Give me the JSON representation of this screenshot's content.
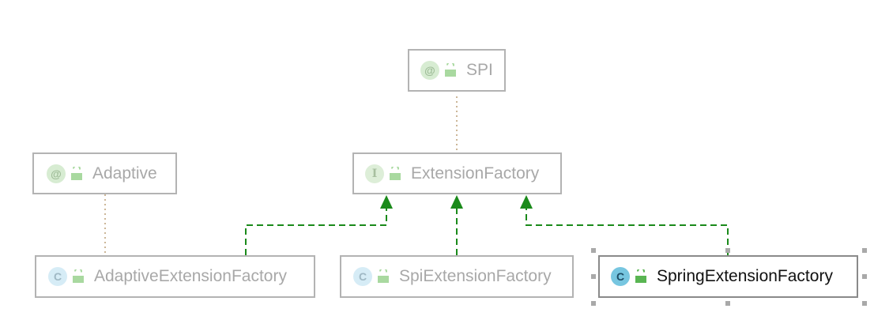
{
  "diagram": {
    "nodes": {
      "spi": {
        "label": "SPI",
        "badge": "@",
        "kind": "annotation"
      },
      "adaptive": {
        "label": "Adaptive",
        "badge": "@",
        "kind": "annotation"
      },
      "extension_factory": {
        "label": "ExtensionFactory",
        "badge": "I",
        "kind": "interface"
      },
      "adaptive_extension_factory": {
        "label": "AdaptiveExtensionFactory",
        "badge": "C",
        "kind": "class"
      },
      "spi_extension_factory": {
        "label": "SpiExtensionFactory",
        "badge": "C",
        "kind": "class"
      },
      "spring_extension_factory": {
        "label": "SpringExtensionFactory",
        "badge": "C",
        "kind": "class",
        "selected": true
      }
    },
    "edges": [
      {
        "from": "extension_factory",
        "to": "spi",
        "type": "annotated-by"
      },
      {
        "from": "adaptive_extension_factory",
        "to": "adaptive",
        "type": "annotated-by"
      },
      {
        "from": "adaptive_extension_factory",
        "to": "extension_factory",
        "type": "implements"
      },
      {
        "from": "spi_extension_factory",
        "to": "extension_factory",
        "type": "implements"
      },
      {
        "from": "spring_extension_factory",
        "to": "extension_factory",
        "type": "implements"
      }
    ],
    "colors": {
      "implements_line": "#1a8a1a",
      "annotation_line": "#b09060",
      "node_border": "#b3b3b3",
      "node_border_selected": "#8a8a8a",
      "dimmed_text": "#a8a8a8",
      "active_text": "#111111",
      "lock_icon": "#a9d9a0",
      "lock_icon_active": "#59b552"
    }
  }
}
